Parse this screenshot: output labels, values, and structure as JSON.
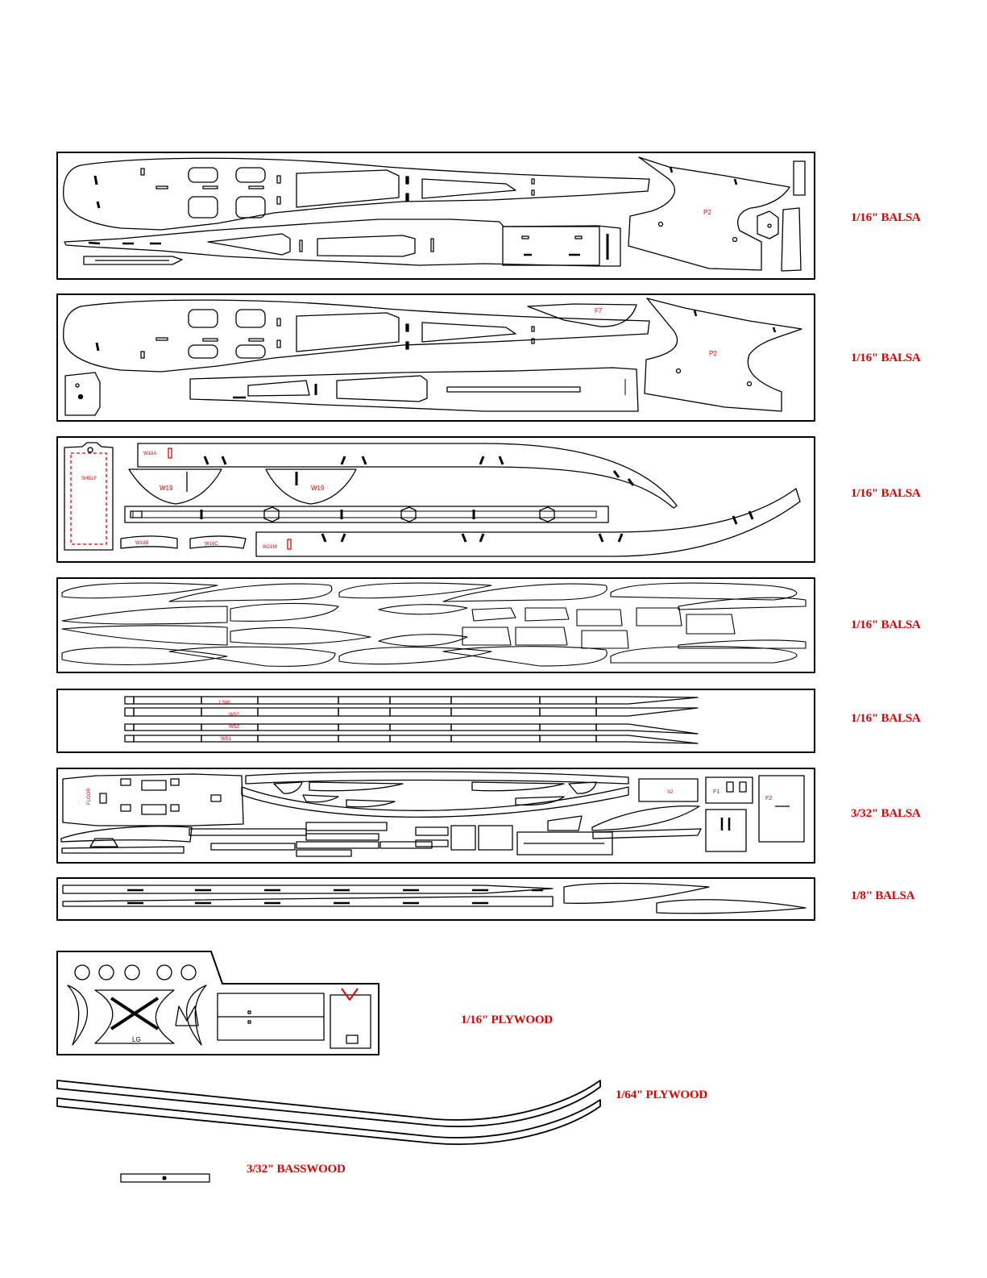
{
  "sheets": [
    {
      "material": "1/16\" BALSA"
    },
    {
      "material": "1/16\" BALSA"
    },
    {
      "material": "1/16\" BALSA"
    },
    {
      "material": "1/16\" BALSA"
    },
    {
      "material": "1/16\" BALSA"
    },
    {
      "material": "3/32\" BALSA"
    },
    {
      "material": "1/8\" BALSA"
    },
    {
      "material": "1/16\" PLYWOOD"
    },
    {
      "material": "1/64\" PLYWOOD"
    },
    {
      "material": "3/32\" BASSWOOD"
    }
  ],
  "part_labels": {
    "p2_a": "P2",
    "p2_b": "P2",
    "f7": "F7",
    "w19_a": "W19",
    "w19_b": "W19",
    "w18a": "W18A",
    "shelf": "SHELF",
    "w18b": "W18B",
    "w18c": "W18C",
    "w21m": "W21M",
    "ws_1": "LSW",
    "ws_2": "WS2",
    "ws_3": "WS2",
    "ws_4": "WS1",
    "floor": "FLOOR",
    "s2": "S2",
    "f1": "F1",
    "f2": "F2",
    "lg": "LG"
  },
  "colors": {
    "outline": "#000000",
    "label": "#e10000",
    "background": "#ffffff"
  }
}
